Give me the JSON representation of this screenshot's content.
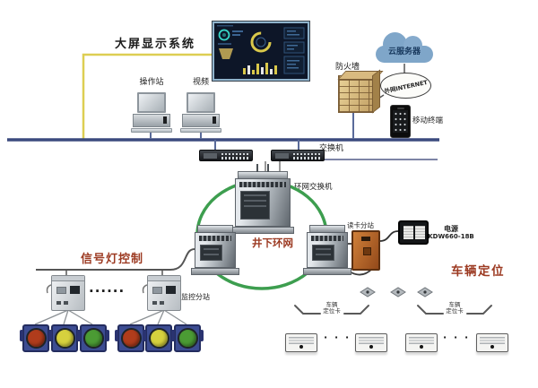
{
  "colors": {
    "bus": "#3b4a7e",
    "yellow_line": "#ddce52",
    "ring_green": "#3d9e4f",
    "label_maroon": "#9c3a22"
  },
  "labels": {
    "big_screen": "大屏显示系统",
    "operator_station": "操作站",
    "video": "视频",
    "firewall": "防火墙",
    "cloud_server": "云服务器",
    "internet": "外网INTERNET",
    "mobile_terminal": "移动终端",
    "switch": "交换机",
    "ring_switch": "环网交换机",
    "underground_ring": "井下环网",
    "signal_light_control": "信号灯控制",
    "monitor_substation": "监控分站",
    "box_dots": "......",
    "reader_substation": "读卡分站",
    "power_name": "电源",
    "power_model": "KDW660-18B",
    "vehicle_positioning": "车辆定位",
    "vehicle_card_line1": "车辆",
    "vehicle_card_line2": "定位卡",
    "card_dots": "· · ·"
  },
  "traffic_lights": [
    {
      "name": "red",
      "color": "#b03c1c"
    },
    {
      "name": "yellow",
      "color": "#d6d13e"
    },
    {
      "name": "green",
      "color": "#4b9b34"
    },
    {
      "name": "red",
      "color": "#b03c1c"
    },
    {
      "name": "yellow",
      "color": "#d6d13e"
    },
    {
      "name": "green",
      "color": "#4b9b34"
    }
  ]
}
